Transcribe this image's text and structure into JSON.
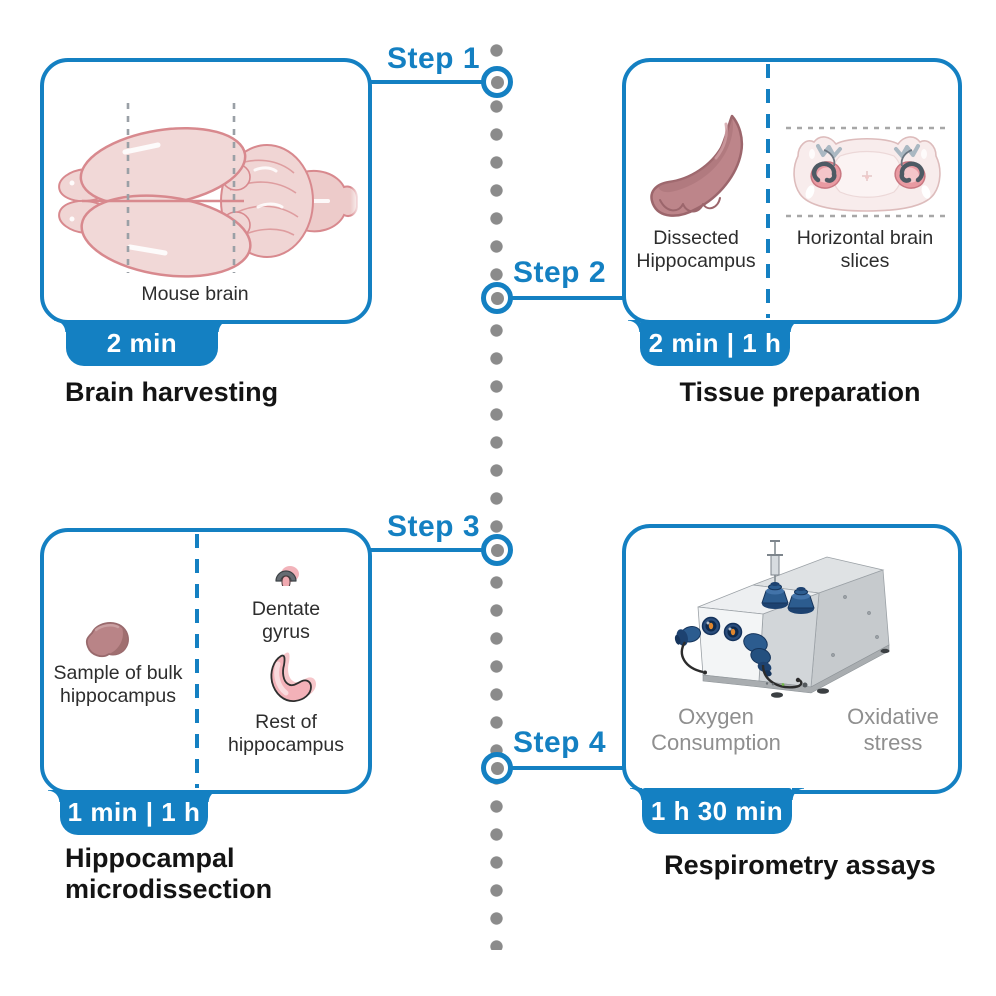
{
  "figure": {
    "type": "protocol-workflow-diagram",
    "colors": {
      "accent_blue": "#1480c2",
      "timeline_dot_gray": "#8b8b8b",
      "title_text": "#141414",
      "caption_text": "#2d2d2d",
      "muted_caption_text": "#8f8f8f",
      "badge_text": "#ffffff",
      "tissue_pink": "#f1d8d7",
      "tissue_outline": "#d8898e"
    }
  },
  "steps": [
    {
      "label": "Step 1"
    },
    {
      "label": "Step 2"
    },
    {
      "label": "Step 3"
    },
    {
      "label": "Step 4"
    }
  ],
  "panels": [
    {
      "title": "Brain harvesting",
      "duration": "2 min",
      "items": [
        {
          "label": "Mouse brain",
          "icon": "mouse-brain-illustration"
        }
      ]
    },
    {
      "title": "Tissue preparation",
      "duration": "2 min | 1 h",
      "items": [
        {
          "label": "Dissected Hippocampus",
          "icon": "dissected-hippocampus-illustration"
        },
        {
          "label": "Horizontal brain slices",
          "icon": "horizontal-brain-slices-illustration"
        }
      ]
    },
    {
      "title": "Hippocampal microdissection",
      "duration": "1 min | 1 h",
      "items": [
        {
          "label": "Sample of bulk hippocampus",
          "icon": "bulk-hippocampus-sample-illustration"
        },
        {
          "label": "Dentate gyrus",
          "icon": "dentate-gyrus-illustration"
        },
        {
          "label": "Rest of hippocampus",
          "icon": "rest-of-hippocampus-illustration"
        }
      ]
    },
    {
      "title": "Respirometry assays",
      "duration": "1 h 30 min",
      "items": [
        {
          "label": "Oxygen Consumption",
          "icon": "respirometer-illustration"
        },
        {
          "label": "Oxidative stress",
          "icon": "respirometer-illustration"
        }
      ]
    }
  ]
}
